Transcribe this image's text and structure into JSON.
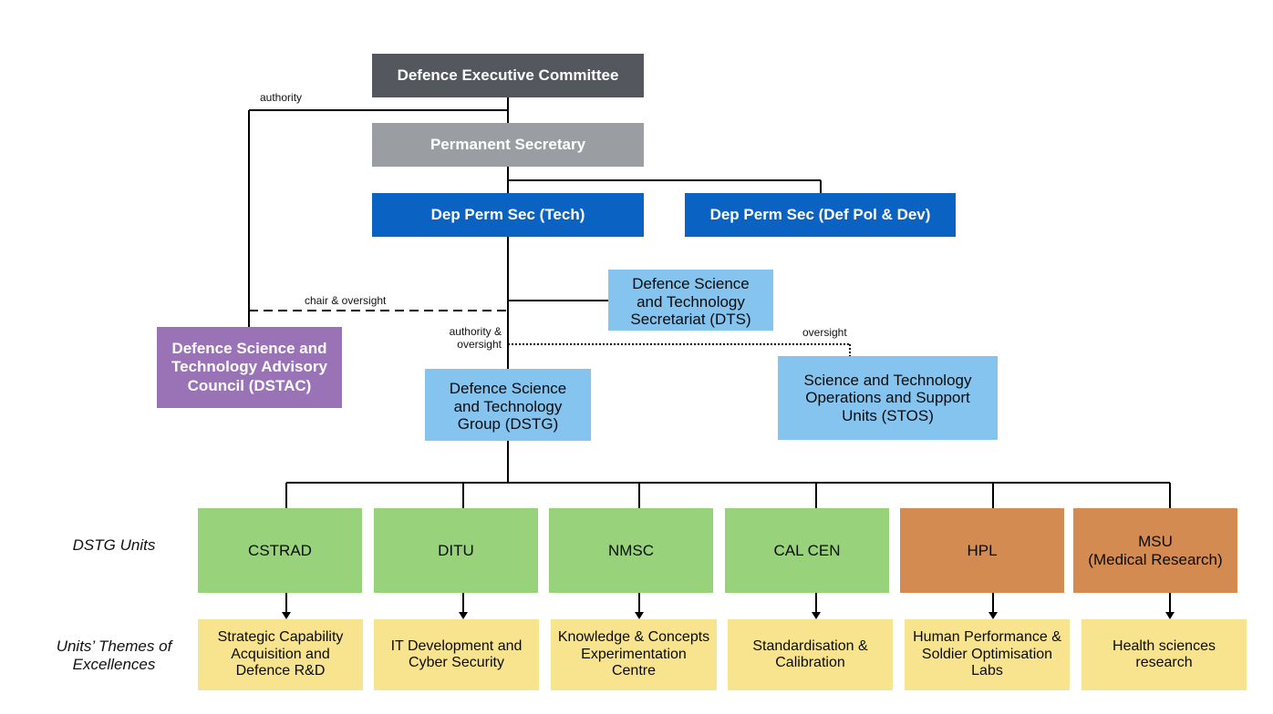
{
  "nodes": {
    "dec": "Defence Executive Committee",
    "perm_sec": "Permanent Secretary",
    "dep_tech": "Dep Perm Sec (Tech)",
    "dep_pol": "Dep Perm Sec (Def Pol & Dev)",
    "dts": "Defence Science\nand Technology\nSecretariat (DTS)",
    "dstac": "Defence Science and\nTechnology Advisory\nCouncil (DSTAC)",
    "dstg": "Defence Science\nand Technology\nGroup (DSTG)",
    "stos": "Science and Technology\nOperations and Support\nUnits (STOS)"
  },
  "edge_labels": {
    "authority": "authority",
    "chair_oversight": "chair & oversight",
    "authority_oversight": "authority &\noversight",
    "oversight": "oversight"
  },
  "row_labels": {
    "units": "DSTG Units",
    "themes": "Units’ Themes of\nExcellences"
  },
  "units": [
    {
      "name": "CSTRAD",
      "theme": "Strategic Capability\nAcquisition and\nDefence R&D",
      "color": "#98d37b"
    },
    {
      "name": "DITU",
      "theme": "IT Development and\nCyber Security",
      "color": "#98d37b"
    },
    {
      "name": "NMSC",
      "theme": "Knowledge & Concepts\nExperimentation\nCentre",
      "color": "#98d37b"
    },
    {
      "name": "CAL CEN",
      "theme": "Standardisation &\nCalibration",
      "color": "#98d37b"
    },
    {
      "name": "HPL",
      "theme": "Human Performance &\nSoldier Optimisation\nLabs",
      "color": "#d38b52"
    },
    {
      "name": "MSU\n(Medical Research)",
      "theme": "Health sciences\nresearch",
      "color": "#d38b52"
    }
  ]
}
